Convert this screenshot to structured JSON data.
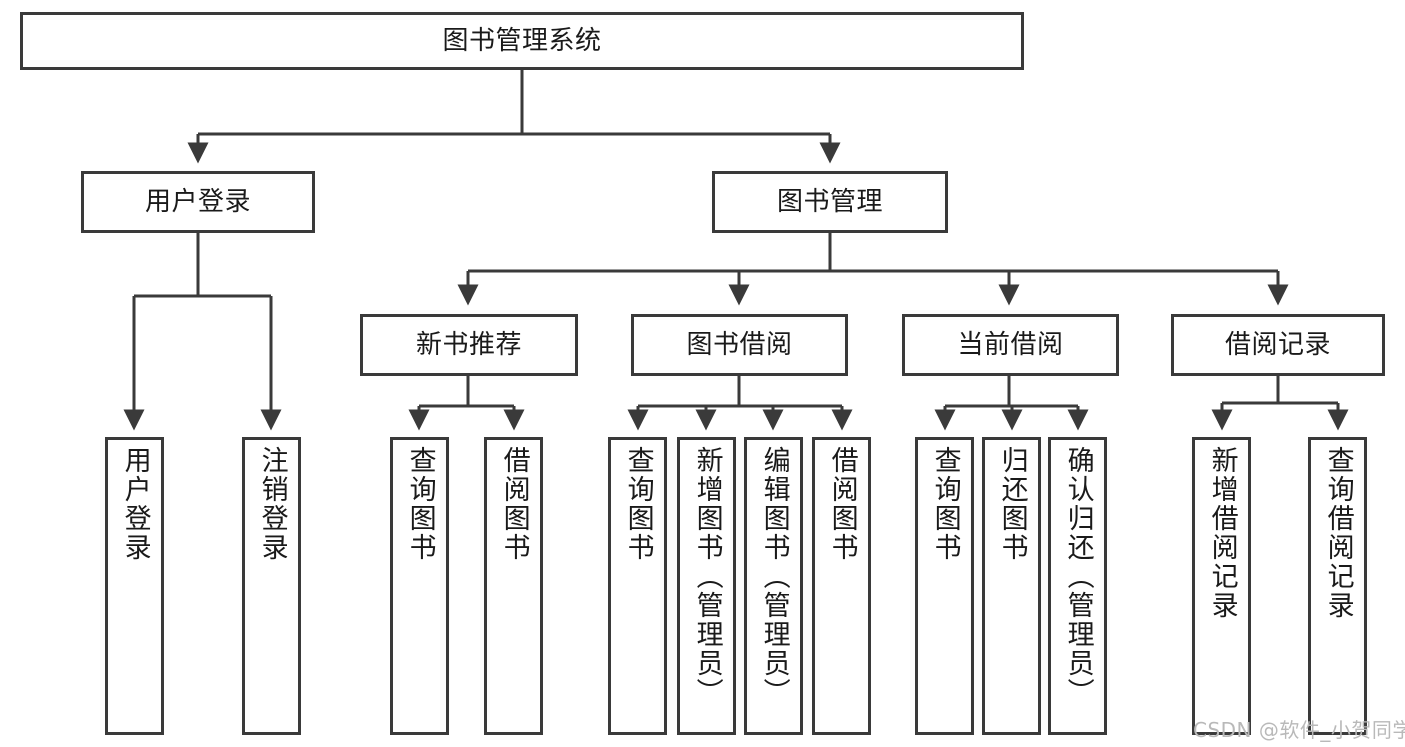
{
  "diagram": {
    "title": "图书管理系统",
    "type": "tree",
    "watermark": "CSDN @软件_小贺同学",
    "colors": {
      "box_border": "#3a3a3a",
      "box_fill": "#ffffff",
      "connector": "#3a3a3a",
      "text": "#1a1a1a",
      "watermark": "#b9b9b9",
      "background": "#ffffff"
    },
    "root": {
      "label": "图书管理系统"
    },
    "level2": [
      {
        "label": "用户登录"
      },
      {
        "label": "图书管理"
      }
    ],
    "level3": [
      {
        "label": "新书推荐"
      },
      {
        "label": "图书借阅"
      },
      {
        "label": "当前借阅"
      },
      {
        "label": "借阅记录"
      }
    ],
    "leaves": {
      "user_login": [
        {
          "label": "用户登录"
        },
        {
          "label": "注销登录"
        }
      ],
      "new_book": [
        {
          "label": "查询图书"
        },
        {
          "label": "借阅图书"
        }
      ],
      "book_borrow": [
        {
          "label": "查询图书"
        },
        {
          "label": "新增图书（管理员）"
        },
        {
          "label": "编辑图书（管理员）"
        },
        {
          "label": "借阅图书"
        }
      ],
      "current_borrow": [
        {
          "label": "查询图书"
        },
        {
          "label": "归还图书"
        },
        {
          "label": "确认归还（管理员）"
        }
      ],
      "borrow_record": [
        {
          "label": "新增借阅记录"
        },
        {
          "label": "查询借阅记录"
        }
      ]
    }
  }
}
